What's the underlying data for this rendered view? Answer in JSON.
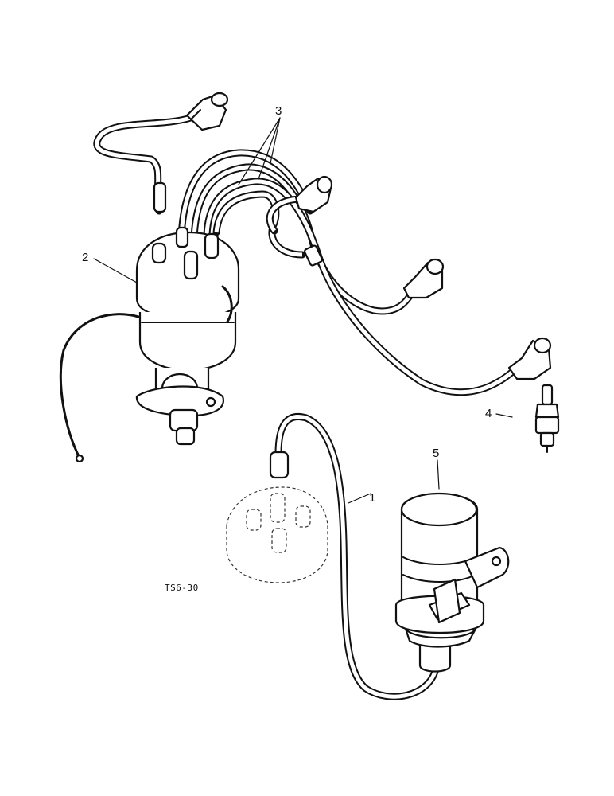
{
  "callouts": {
    "c1": "1",
    "c2": "2",
    "c3": "3",
    "c4": "4",
    "c5": "5"
  },
  "figure_id": "TS6-30",
  "parts": {
    "distributor": "distributor",
    "spark_plug_leads": "spark-plug-leads",
    "spark_plug": "spark-plug",
    "ignition_coil": "ignition-coil",
    "coil_lead": "coil-high-tension-lead",
    "distributor_cap_phantom": "distributor-cap-phantom"
  }
}
